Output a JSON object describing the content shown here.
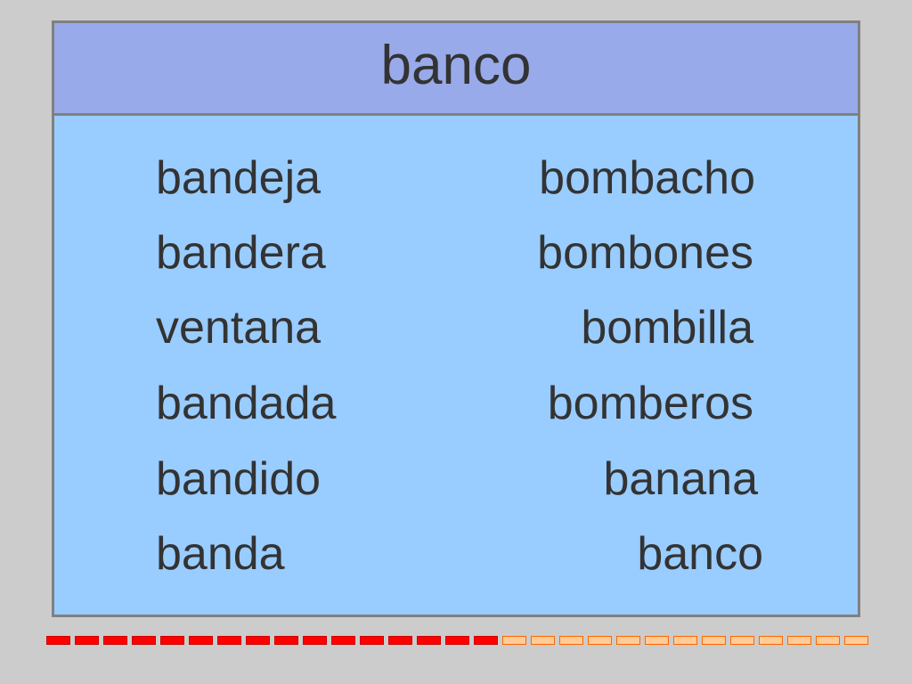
{
  "title": "banco",
  "left_words": [
    "bandeja",
    "bandera",
    "ventana",
    "bandada",
    "bandido",
    "banda"
  ],
  "right_words": [
    "bombacho",
    "bombones",
    "bombilla",
    "bomberos",
    "banana",
    "banco"
  ],
  "progress": {
    "completed": 16,
    "total": 29,
    "colors": {
      "done_fill": "#ff0000",
      "todo_fill": "#ffcc99",
      "todo_border": "#ff6600"
    }
  },
  "colors": {
    "background": "#cccccc",
    "header": "#99aaea",
    "panel": "#99ccff",
    "border": "#808080",
    "text": "#333333"
  }
}
